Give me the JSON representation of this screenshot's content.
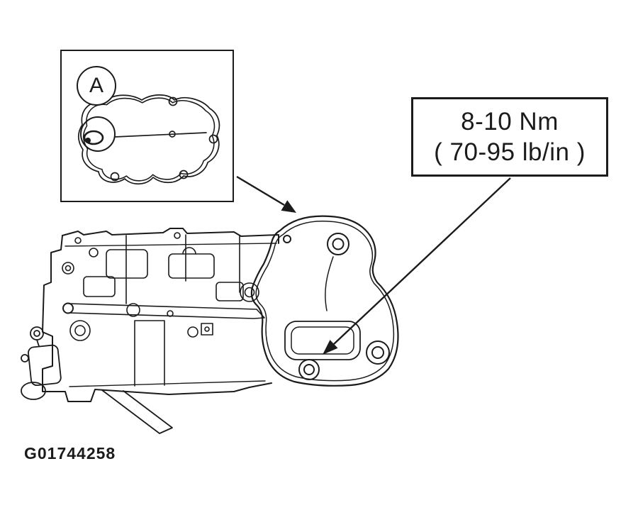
{
  "figure": {
    "detail_callout": {
      "label": "A"
    },
    "torque_note": {
      "line1": "8-10 Nm",
      "line2": "( 70-95 lb/in )"
    },
    "figure_id": "G01744258"
  },
  "colors": {
    "line": "#1b1b1b",
    "bg": "#ffffff"
  },
  "icons": {
    "callout_a_arrow": "arrow-from-detail-box-to-cover",
    "torque_arrow": "arrow-from-torque-label-to-bolt"
  }
}
